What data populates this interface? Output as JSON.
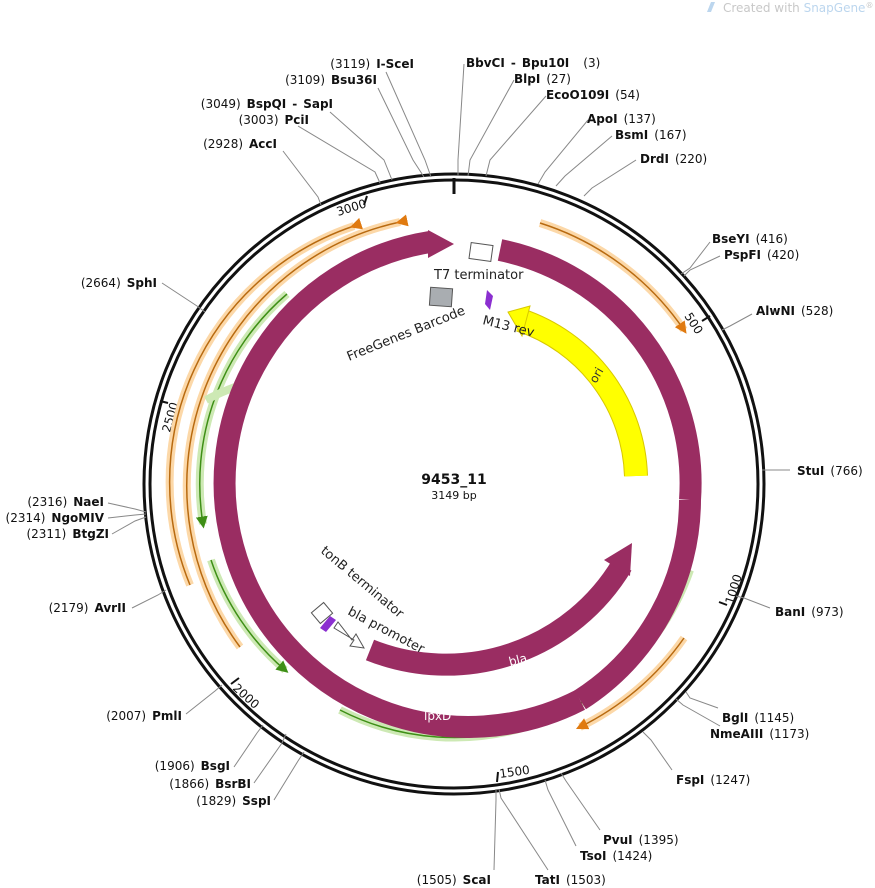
{
  "watermark": {
    "prefix": "Created with ",
    "brand": "SnapGene",
    "suffix": "®"
  },
  "plasmid": {
    "name": "9453_11",
    "length_label": "3149 bp",
    "length": 3149
  },
  "tick_labels": [
    "500",
    "1000",
    "1500",
    "2000",
    "2500",
    "3000"
  ],
  "colors": {
    "bla": "#9a2d62",
    "lpxd": "#9a2d62",
    "ori": "#ffff00",
    "arc_orange": "#f5b062",
    "arc_green": "#7ec850",
    "m13": "#8b2fd0",
    "barcode": "#a9adb1"
  },
  "features": {
    "t7_terminator": "T7 terminator",
    "m13_rev": "M13 rev",
    "freegenes_barcode": "FreeGenes Barcode",
    "ori": "ori",
    "tonb_terminator": "tonB terminator",
    "bla_promoter": "bla promoter",
    "bla": "bla",
    "lpxd": "lpxD"
  },
  "sites": [
    {
      "name": "I-SceI",
      "pos": "(3119)"
    },
    {
      "name": "Bsu36I",
      "pos": "(3109)"
    },
    {
      "name": "BspQI",
      "name2": "SapI",
      "pos": "(3049)"
    },
    {
      "name": "PciI",
      "pos": "(3003)"
    },
    {
      "name": "AccI",
      "pos": "(2928)"
    },
    {
      "name": "SphI",
      "pos": "(2664)"
    },
    {
      "name": "NaeI",
      "pos": "(2316)"
    },
    {
      "name": "NgoMIV",
      "pos": "(2314)"
    },
    {
      "name": "BtgZI",
      "pos": "(2311)"
    },
    {
      "name": "AvrII",
      "pos": "(2179)"
    },
    {
      "name": "PmlI",
      "pos": "(2007)"
    },
    {
      "name": "BsgI",
      "pos": "(1906)"
    },
    {
      "name": "BsrBI",
      "pos": "(1866)"
    },
    {
      "name": "SspI",
      "pos": "(1829)"
    },
    {
      "name": "ScaI",
      "pos": "(1505)"
    },
    {
      "name": "TatI",
      "pos": "(1503)"
    },
    {
      "name": "TsoI",
      "pos": "(1424)"
    },
    {
      "name": "PvuI",
      "pos": "(1395)"
    },
    {
      "name": "FspI",
      "pos": "(1247)"
    },
    {
      "name": "NmeAIII",
      "pos": "(1173)"
    },
    {
      "name": "BglI",
      "pos": "(1145)"
    },
    {
      "name": "BanI",
      "pos": "(973)"
    },
    {
      "name": "StuI",
      "pos": "(766)"
    },
    {
      "name": "AlwNI",
      "pos": "(528)"
    },
    {
      "name": "PspFI",
      "pos": "(420)"
    },
    {
      "name": "BseYI",
      "pos": "(416)"
    },
    {
      "name": "DrdI",
      "pos": "(220)"
    },
    {
      "name": "BsmI",
      "pos": "(167)"
    },
    {
      "name": "ApoI",
      "pos": "(137)"
    },
    {
      "name": "EcoO109I",
      "pos": "(54)"
    },
    {
      "name": "BlpI",
      "pos": "(27)"
    },
    {
      "name": "BbvCI",
      "name2": "Bpu10I",
      "pos": "(3)"
    }
  ]
}
